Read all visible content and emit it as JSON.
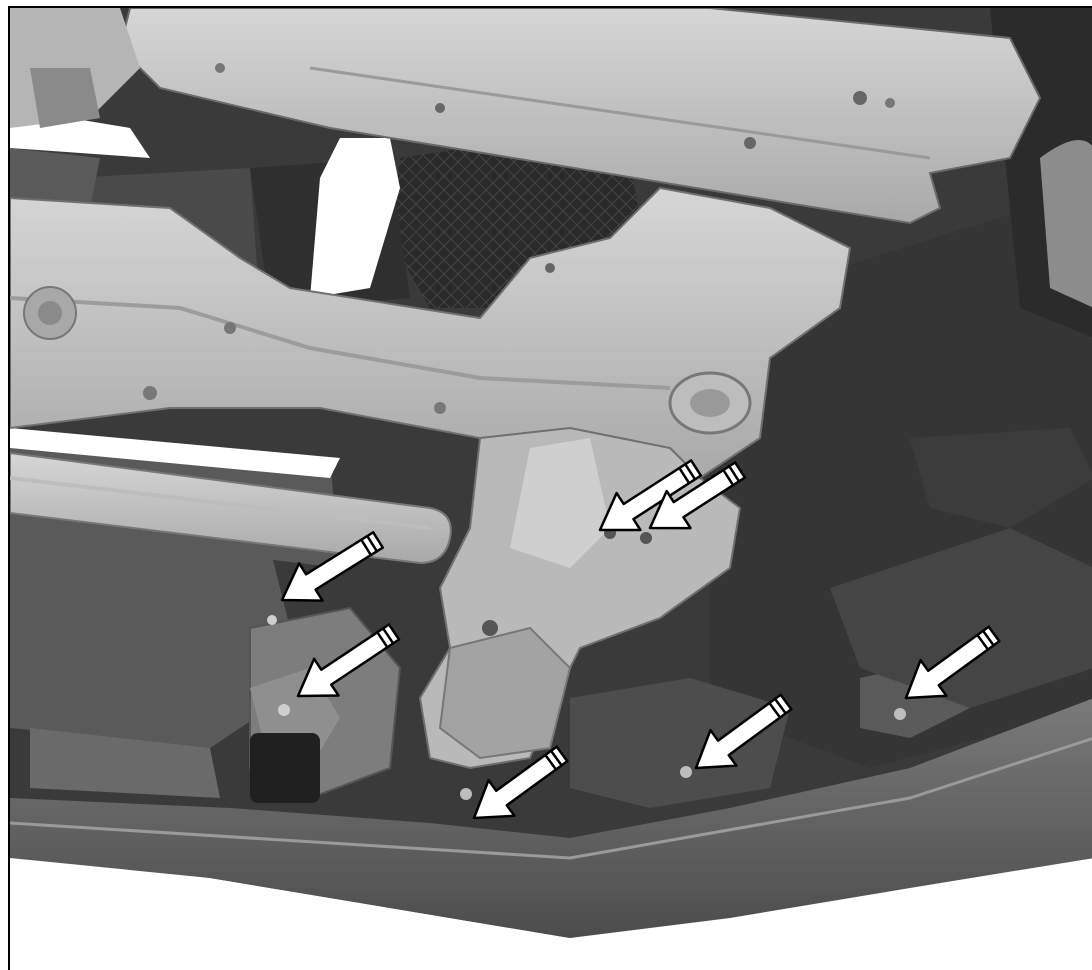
{
  "diagram": {
    "style": "grayscale service-manual illustration",
    "colors": {
      "background": "#ffffff",
      "frame": "#000000",
      "light_part": "#c9c9c9",
      "mid_part": "#8a8a8a",
      "dark_part": "#3f3f3f",
      "shadow": "#262626",
      "arrow_fill": "#ffffff",
      "arrow_stroke": "#000000"
    },
    "callouts": [
      {
        "id": "arrow-1",
        "points_to": "fastener",
        "direction": "down-left"
      },
      {
        "id": "arrow-2",
        "points_to": "fastener",
        "direction": "down-left"
      },
      {
        "id": "arrow-3",
        "points_to": "fastener",
        "direction": "down-left"
      },
      {
        "id": "arrow-4",
        "points_to": "fastener",
        "direction": "down-left"
      },
      {
        "id": "arrow-5",
        "points_to": "fastener",
        "direction": "down-left"
      },
      {
        "id": "arrow-6",
        "points_to": "fastener",
        "direction": "down-left"
      },
      {
        "id": "arrow-7",
        "points_to": "fastener",
        "direction": "down-left"
      }
    ]
  }
}
